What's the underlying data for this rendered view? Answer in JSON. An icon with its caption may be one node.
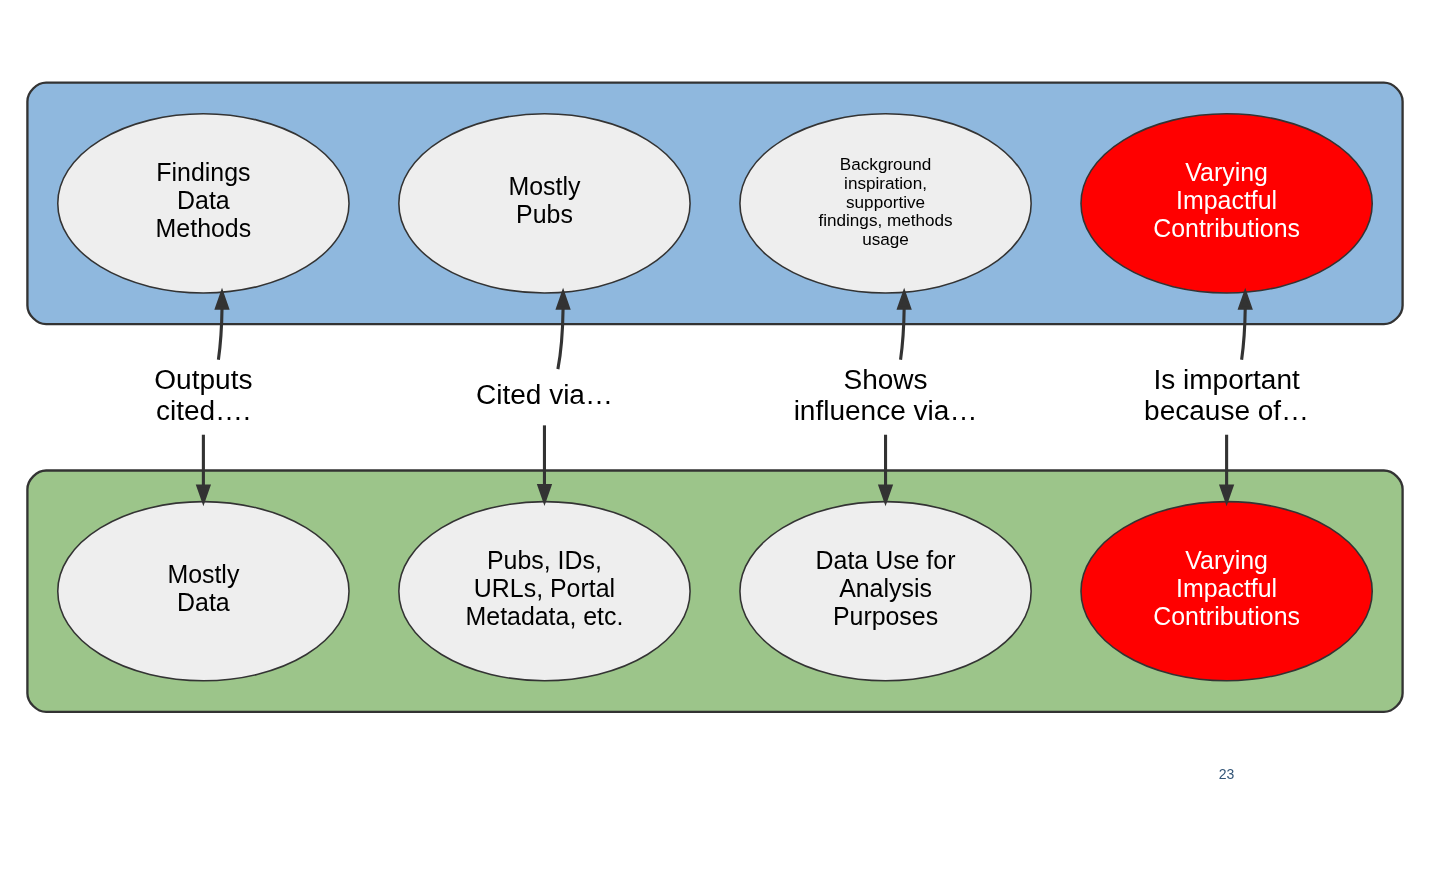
{
  "diagram": {
    "nodes": [
      {
        "text": [],
        "shape": "box"
      },
      {
        "text": [
          "Findings Data Methods"
        ],
        "in": 0
      },
      {
        "text": [
          "Mostly Pubs"
        ],
        "in": 0
      },
      {
        "text": [
          "Background inspiration, supportive findings, methods usage"
        ],
        "in": 0
      },
      {
        "text": [
          "Varying Impactful Contributions"
        ],
        "in": 0
      },
      {
        "text": [
          "Outputs cited…."
        ]
      },
      {
        "text": [
          "Cited via…"
        ]
      },
      {
        "text": [
          "Shows influence via…"
        ]
      },
      {
        "text": [
          "Is important because of…"
        ]
      },
      {
        "text": [],
        "shape": "box"
      },
      {
        "text": [
          "Mostly Data"
        ],
        "in": 9
      },
      {
        "text": [
          "Pubs, IDs, URLs, Portal Metadata, etc."
        ],
        "in": 9
      },
      {
        "text": [
          "Data Use for Analysis Purposes"
        ],
        "in": 9
      },
      {
        "text": [
          "Varying Impactful Contributions"
        ],
        "in": 9
      }
    ],
    "edges": [
      {
        "from": 5,
        "to": 1,
        "arrow": "to"
      },
      {
        "from": 5,
        "to": 10,
        "arrow": "to"
      },
      {
        "from": 6,
        "to": 2,
        "arrow": "to"
      },
      {
        "from": 6,
        "to": 11,
        "arrow": "to"
      },
      {
        "from": 7,
        "to": 3,
        "arrow": "to"
      },
      {
        "from": 7,
        "to": 12,
        "arrow": "to"
      },
      {
        "from": 8,
        "to": 4,
        "arrow": "to"
      },
      {
        "from": 8,
        "to": 13,
        "arrow": "to"
      }
    ],
    "labels": [
      "23"
    ]
  }
}
